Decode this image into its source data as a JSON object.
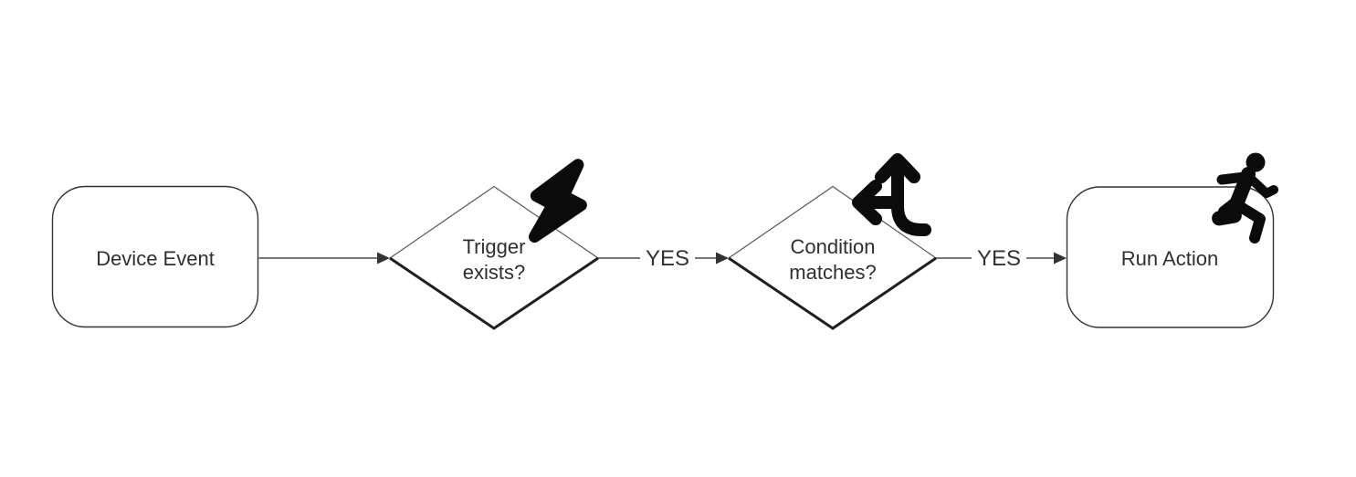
{
  "diagram": {
    "type": "flowchart",
    "direction": "left-to-right",
    "background_color": "#ffffff",
    "line_color": "#4a4a4a",
    "shape_fill_color": "#ffffff",
    "shape_border_color": "#333333",
    "decision_shadow_edge_color": "#1f1f1f",
    "text_color": "#2f2f2f",
    "icon_color": "#0b0b0b",
    "nodes": {
      "device_event": {
        "shape": "rounded-rectangle",
        "label": "Device Event"
      },
      "trigger_exists": {
        "shape": "decision-diamond",
        "label": "Trigger exists?",
        "label_line1": "Trigger",
        "label_line2": "exists?",
        "icon": "lightning-bolt-icon"
      },
      "condition_matches": {
        "shape": "decision-diamond",
        "label": "Condition matches?",
        "label_line1": "Condition",
        "label_line2": "matches?",
        "icon": "split-arrows-icon"
      },
      "run_action": {
        "shape": "rounded-rectangle",
        "label": "Run Action",
        "icon": "running-person-icon"
      }
    },
    "edges": {
      "device_to_trigger": {
        "from": "device_event",
        "to": "trigger_exists"
      },
      "trigger_to_condition": {
        "from": "trigger_exists",
        "to": "condition_matches",
        "label": "YES"
      },
      "condition_to_action": {
        "from": "condition_matches",
        "to": "run_action",
        "label": "YES"
      }
    }
  }
}
